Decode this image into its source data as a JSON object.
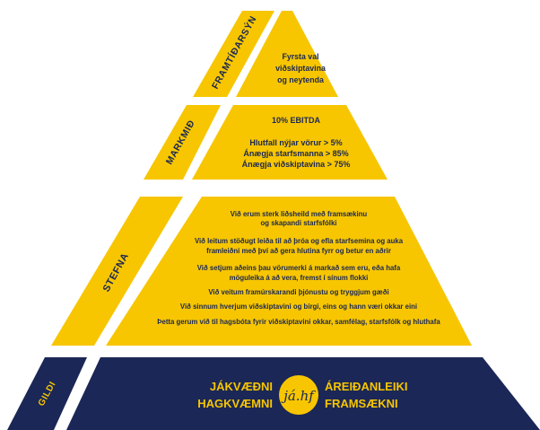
{
  "colors": {
    "yellow": "#F7C600",
    "navy": "#1B2756",
    "navy_text": "#1B2756",
    "gold_text": "#F7C600"
  },
  "levels": {
    "framtidarsyn": {
      "label": "FRAMTÍÐARSÝN",
      "lines": [
        "Fyrsta val",
        "viðskiptavina",
        "og neytenda"
      ]
    },
    "markmid": {
      "label": "MARKMIÐ",
      "lines": [
        "10% EBITDA",
        "",
        "Hlutfall nýjar vörur > 5%",
        "Ánægja starfsmanna > 85%",
        "Ánægja viðskiptavina > 75%"
      ]
    },
    "stefna": {
      "label": "STEFNA",
      "lines": [
        "Við erum sterk liðsheild með framsækinu",
        "og skapandi starfsfólki",
        "Við leitum stöðugt leiða til að þróa og efla starfsemina og auka",
        "framleiðni með því að gera hlutina fyrr og betur en aðrir",
        "Við setjum aðeins þau vörumerki á markað sem eru, eða hafa",
        "möguleika á að vera, fremst í sínum flokki",
        "Við veitum framúrskarandi þjónustu og tryggjum gæði",
        "Við sinnum hverjum viðskiptavini og birgi, eins og hann væri okkar eini",
        "Þetta gerum við til hagsbóta fyrir viðskiptavini okkar, samfélag, starfsfólk og hluthafa"
      ]
    },
    "gildi": {
      "label": "GILDI",
      "values_left": [
        "JÁKVÆÐNI",
        "HAGKVÆMNI"
      ],
      "values_right": [
        "ÁREIÐANLEIKI",
        "FRAMSÆKNI"
      ],
      "logo_text": "já.hf"
    }
  }
}
